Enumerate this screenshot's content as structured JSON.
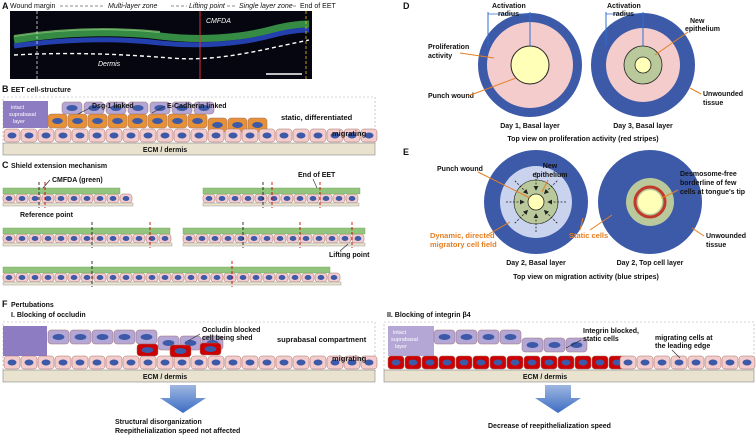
{
  "panelA": {
    "letter": "A",
    "legend": [
      "Wound margin",
      "Multi-layer zone",
      "Lifting point",
      "Single layer zone",
      "End of EET"
    ],
    "cmfda": "CMFDA",
    "dermis": "Dermis"
  },
  "panelB": {
    "letter": "B",
    "title": "EET cell-structure",
    "dsg": "Dsg-1 linked",
    "ecad": "E-Cadherin linked",
    "intact": [
      "intact",
      "suprabasal",
      "layer"
    ],
    "static": "static, differentiated",
    "migrating": "migrating",
    "ecm": "ECM / dermis"
  },
  "panelC": {
    "letter": "C",
    "title": "Shield extension mechanism",
    "cmfda": "CMFDA (green)",
    "reference": "Reference point",
    "end": "End of EET",
    "lifting": "Lifting point"
  },
  "panelD": {
    "letter": "D",
    "activation": [
      "Activation",
      "radius"
    ],
    "newEpithelium": [
      "New",
      "epithelium"
    ],
    "proliferation": [
      "Proliferation",
      "activity"
    ],
    "punch": "Punch wound",
    "unwounded": [
      "Unwounded",
      "tissue"
    ],
    "day1": "Day 1, Basal layer",
    "day3": "Day 3, Basal layer",
    "caption": "Top view on proliferation activity (red stripes)"
  },
  "panelE": {
    "letter": "E",
    "newEpithelium": [
      "New",
      "epithelium"
    ],
    "punch": "Punch wound",
    "desmosome": [
      "Desmosome-free",
      "borderline of few",
      "cells at tongue's tip"
    ],
    "dynamic": [
      "Dynamic, directed",
      "migratory cell field"
    ],
    "staticCells": "Static cells",
    "unwounded": [
      "Unwounded",
      "tissue"
    ],
    "day2basal": "Day 2, Basal layer",
    "day2top": "Day 2, Top cell layer",
    "caption": "Top view on migration activity (blue stripes)"
  },
  "panelF": {
    "letter": "F",
    "title": "Pertubations",
    "sub1": "I. Blocking of occludin",
    "sub2": "II. Blocking of integrin β4",
    "occludin": [
      "Occludin blocked",
      "cell being shed"
    ],
    "suprabasal": "suprabasal compartment",
    "migrating": "migrating",
    "ecm": "ECM / dermis",
    "intact": [
      "intact",
      "suprabasal",
      "layer"
    ],
    "integrin": [
      "Integrin blocked,",
      "static cells"
    ],
    "migratingEdge": [
      "migrating cells at",
      "the leading edge"
    ],
    "result1": [
      "Structural disorganization",
      "Reepithelialization speed not affected"
    ],
    "result2": "Decrease of reepithelialization speed"
  },
  "colors": {
    "purple": "#8e7cc3",
    "orange": "#e69138",
    "pink": "#f4cccc",
    "blue": "#3d5aa8",
    "green": "#93c47d",
    "red": "#cc0000",
    "beige": "#e8e2cf"
  }
}
